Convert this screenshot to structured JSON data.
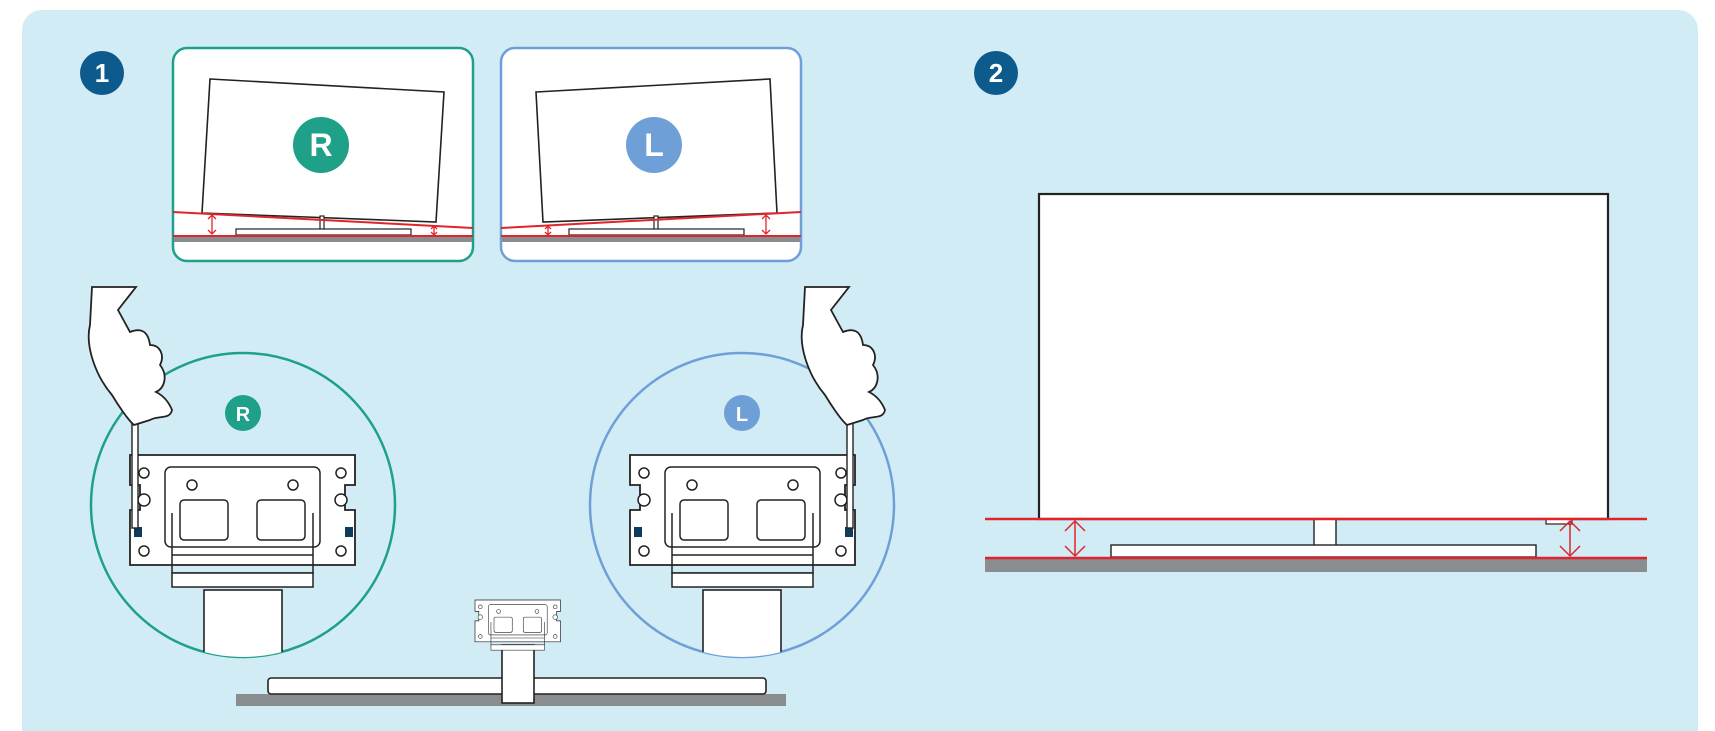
{
  "steps": [
    {
      "number": "1"
    },
    {
      "number": "2"
    }
  ],
  "adjustments": {
    "right": {
      "letter": "R",
      "color": "#1fa089"
    },
    "left": {
      "letter": "L",
      "color": "#6e9fd7"
    }
  },
  "colors": {
    "background": "#d2ecf6",
    "step_badge": "#0d5a8c",
    "measure_line": "#e0242c",
    "floor": "#8a8d90",
    "outline": "#222222"
  }
}
